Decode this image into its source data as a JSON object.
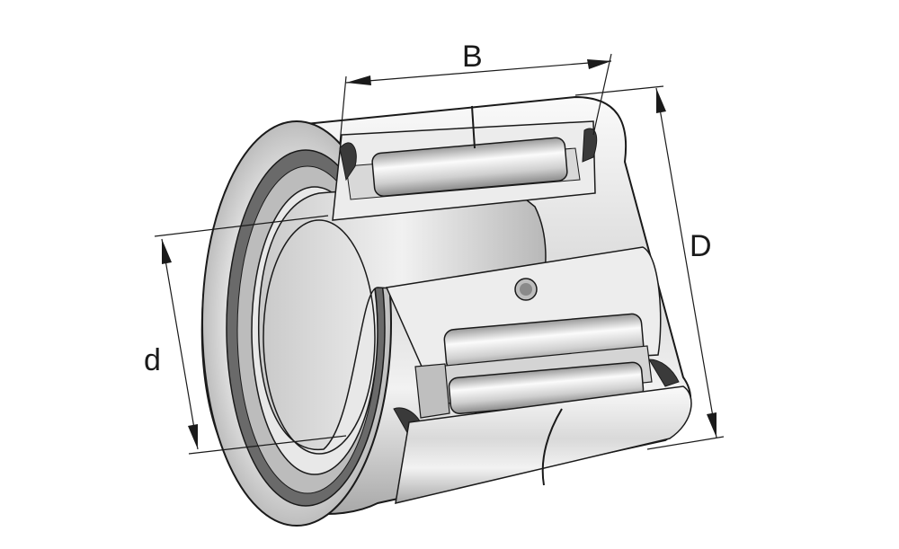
{
  "labels": {
    "width_B": "B",
    "outer_diameter_D": "D",
    "bore_diameter_d": "d"
  },
  "colors": {
    "line": "#1a1a1a",
    "steel_light": "#f4f4f4",
    "steel_mid": "#cfcfcf",
    "steel_dark": "#8c8c8c",
    "seal_dark": "#3a3a3a"
  }
}
